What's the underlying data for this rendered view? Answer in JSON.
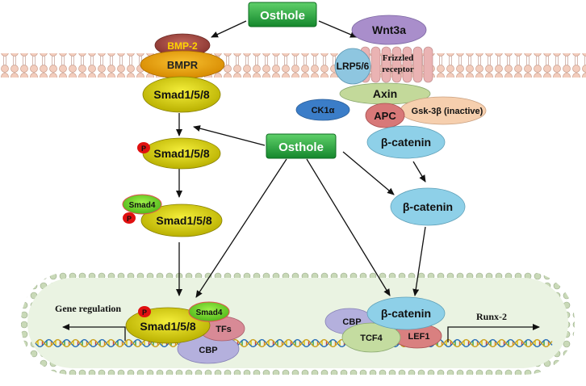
{
  "osthole_top": "Osthole",
  "osthole_mid": "Osthole",
  "bmp": {
    "ligand": "BMP-2",
    "receptor": "BMPR",
    "smad_membrane": "Smad1/5/8",
    "phospho_mark": "P",
    "smad_phospho": "Smad1/5/8",
    "smad4": "Smad4",
    "smad_complex": "Smad1/5/8"
  },
  "wnt": {
    "ligand": "Wnt3a",
    "coreceptor": "LRP5/6",
    "frizzled_line1": "Frizzled",
    "frizzled_line2": "receptor",
    "axin": "Axin",
    "ck1": "CK1α",
    "apc": "APC",
    "gsk": "Gsk-3β (inactive)",
    "bcat_complex": "β-catenin",
    "bcat_free": "β-catenin"
  },
  "nucleus": {
    "gene_regulation": "Gene regulation",
    "left_complex": {
      "phospho_mark": "P",
      "smad": "Smad1/5/8",
      "smad4": "Smad4",
      "tfs": "TFs",
      "cbp": "CBP"
    },
    "right_complex": {
      "bcat": "β-catenin",
      "cbp": "CBP",
      "tcf4": "TCF4",
      "lef1": "LEF1"
    },
    "runx2": "Runx-2"
  },
  "colors": {
    "osthole": "#1f9e3a",
    "smad": "#d8d000",
    "bmpr": "#e6a100",
    "bmp2": "#a0463e",
    "phospho": "#e01010",
    "smad4": "#7ddc2a",
    "wnt3a": "#a98ecb",
    "lrp": "#8ec6e0",
    "frizzled": "#eab3b3",
    "axin": "#c3d99a",
    "ck1": "#3b7dc8",
    "apc": "#d87878",
    "gsk": "#f6cfae",
    "bcat": "#8ed0e8",
    "tfs": "#d88a96",
    "cbp": "#b4b0dd",
    "tcf4": "#c4dca0",
    "lef1": "#d98080",
    "nucleus_fill": "#e8f3e0",
    "membrane": "#f0c2b0"
  }
}
